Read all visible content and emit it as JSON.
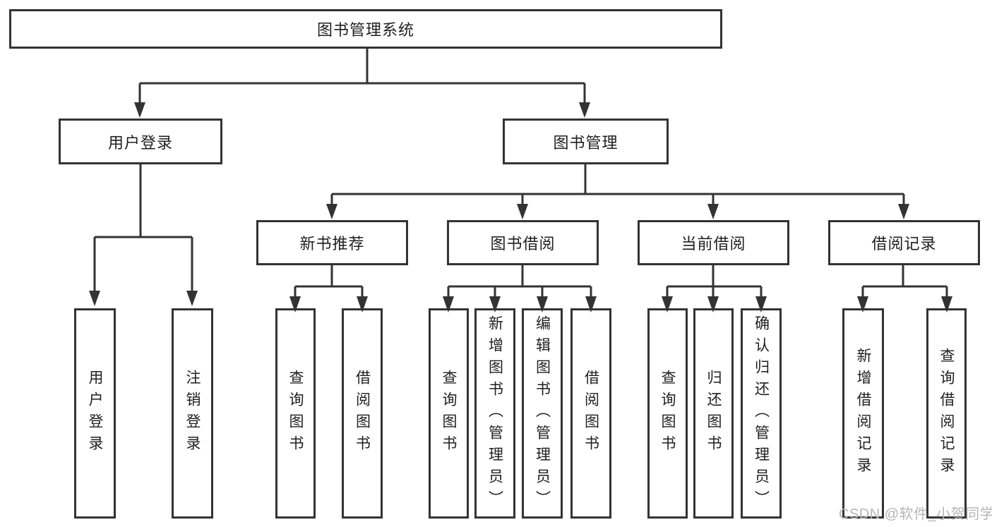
{
  "tree": {
    "root": "图书管理系统",
    "branches": [
      {
        "label": "用户登录",
        "children": [
          "用户登录",
          "注销登录"
        ]
      },
      {
        "label": "图书管理",
        "children": [
          {
            "label": "新书推荐",
            "children": [
              "查询图书",
              "借阅图书"
            ]
          },
          {
            "label": "图书借阅",
            "children": [
              "查询图书",
              "新增图书（管理员）",
              "编辑图书（管理员）",
              "借阅图书"
            ]
          },
          {
            "label": "当前借阅",
            "children": [
              "查询图书",
              "归还图书",
              "确认归还（管理员）"
            ]
          },
          {
            "label": "借阅记录",
            "children": [
              "新增借阅记录",
              "查询借阅记录"
            ]
          }
        ]
      }
    ]
  },
  "watermark": "CSDN @软件_小贺同学",
  "colors": {
    "line": "#333333",
    "text": "#1f1f1f",
    "box_bg": "#ffffff",
    "page_bg": "#ffffff",
    "watermark": "#b5b5ba"
  }
}
